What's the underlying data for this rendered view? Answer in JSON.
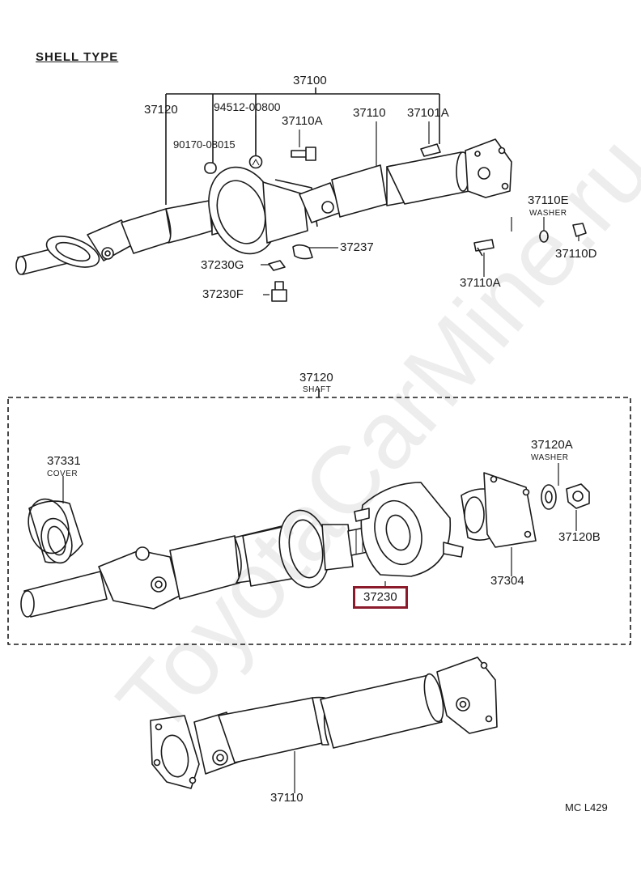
{
  "section_title": "SHELL TYPE",
  "top": {
    "assembly": "37100",
    "rear_shaft": "37120",
    "bolt_part": "94512-00800",
    "washer_part": "90170-08015",
    "bolt_a": "37110A",
    "front_shaft": "37110",
    "plate": "37101A",
    "washer_e_num": "37110E",
    "washer_e_name": "WASHER",
    "nut_d": "37110D",
    "bolt_a2": "37110A",
    "bracket": "37237",
    "nut_g": "37230G",
    "bolt_f": "37230F"
  },
  "middle": {
    "shaft_num": "37120",
    "shaft_name": "SHAFT",
    "cover_num": "37331",
    "cover_name": "COVER",
    "washer_num": "37120A",
    "washer_name": "WASHER",
    "nut": "37120B",
    "flange": "37304",
    "bearing_highlight": "37230"
  },
  "bottom": {
    "shaft": "37110"
  },
  "footer_code": "MC  L429",
  "watermark": "ToyotaCarMine.ru",
  "highlight_color": "#8b1a2b"
}
